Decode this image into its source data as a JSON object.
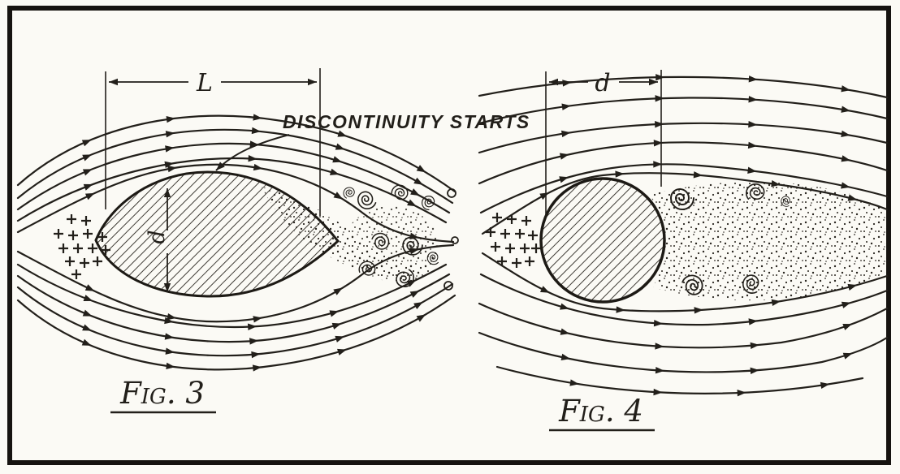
{
  "figures": {
    "fig3": {
      "caption": "Fig. 3",
      "length_label": "L",
      "depth_label": "d",
      "annotation": "DISCONTINUITY STARTS"
    },
    "fig4": {
      "caption": "Fig. 4",
      "diameter_label": "d"
    }
  },
  "colors": {
    "ink": "#221f1a",
    "paper": "#fbfaf5"
  }
}
